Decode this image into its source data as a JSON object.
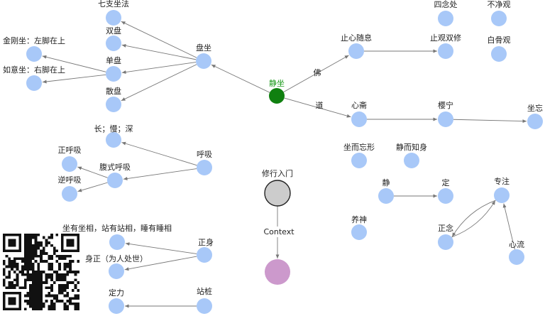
{
  "colors": {
    "node_default": "#a8c8f8",
    "node_root": "#108010",
    "node_gray": "#cccccc",
    "node_purple": "#cc99cc",
    "edge": "#777777",
    "label": "#222222",
    "label_root": "#1a9a1a"
  },
  "nodes": [
    {
      "id": "jingzuo",
      "label": "静坐",
      "color": "root"
    },
    {
      "id": "panzuo",
      "label": "盘坐"
    },
    {
      "id": "qizhi",
      "label": "七支坐法"
    },
    {
      "id": "shuangpan",
      "label": "双盘"
    },
    {
      "id": "jingang",
      "label": "金刚坐：左脚在上"
    },
    {
      "id": "danpan",
      "label": "单盘"
    },
    {
      "id": "ruyi",
      "label": "如意坐：右脚在上"
    },
    {
      "id": "sanpan",
      "label": "散盘"
    },
    {
      "id": "zhixin",
      "label": "止心随息"
    },
    {
      "id": "zhiguan",
      "label": "止观双修"
    },
    {
      "id": "sinian",
      "label": "四念处"
    },
    {
      "id": "bujing",
      "label": "不净观"
    },
    {
      "id": "baigu",
      "label": "白骨观"
    },
    {
      "id": "xinzhai",
      "label": "心斋"
    },
    {
      "id": "yingning",
      "label": "樱宁"
    },
    {
      "id": "zuowang",
      "label": "坐忘"
    },
    {
      "id": "zuoerwang",
      "label": "坐而忘形"
    },
    {
      "id": "jingerzhi",
      "label": "静而知身"
    },
    {
      "id": "changman",
      "label": "长；慢；深"
    },
    {
      "id": "huxi",
      "label": "呼吸"
    },
    {
      "id": "zhenghuxi",
      "label": "正呼吸"
    },
    {
      "id": "fushi",
      "label": "腹式呼吸"
    },
    {
      "id": "nihuxi",
      "label": "逆呼吸"
    },
    {
      "id": "xiuxing",
      "label": "修行入门",
      "color": "gray"
    },
    {
      "id": "context",
      "label": "Context",
      "color": "purple"
    },
    {
      "id": "jing",
      "label": "静"
    },
    {
      "id": "ding",
      "label": "定"
    },
    {
      "id": "zhuanzhu",
      "label": "专注"
    },
    {
      "id": "zhengnian",
      "label": "正念"
    },
    {
      "id": "xinliu",
      "label": "心流"
    },
    {
      "id": "yangshen",
      "label": "养神"
    },
    {
      "id": "zuoyou",
      "label": "坐有坐相，站有站相，睡有睡相"
    },
    {
      "id": "zhengshen",
      "label": "正身"
    },
    {
      "id": "shenzheng",
      "label": "身正（为人处世）"
    },
    {
      "id": "dingli",
      "label": "定力"
    },
    {
      "id": "zhanzhuang",
      "label": "站桩"
    }
  ],
  "edges": [
    {
      "from": "jingzuo",
      "to": "panzuo"
    },
    {
      "from": "panzuo",
      "to": "qizhi"
    },
    {
      "from": "panzuo",
      "to": "shuangpan"
    },
    {
      "from": "panzuo",
      "to": "danpan"
    },
    {
      "from": "panzuo",
      "to": "sanpan"
    },
    {
      "from": "danpan",
      "to": "jingang"
    },
    {
      "from": "danpan",
      "to": "ruyi"
    },
    {
      "from": "jingzuo",
      "to": "zhixin",
      "label": "佛"
    },
    {
      "from": "zhixin",
      "to": "zhiguan"
    },
    {
      "from": "jingzuo",
      "to": "xinzhai",
      "label": "道"
    },
    {
      "from": "xinzhai",
      "to": "yingning"
    },
    {
      "from": "yingning",
      "to": "zuowang"
    },
    {
      "from": "huxi",
      "to": "changman"
    },
    {
      "from": "huxi",
      "to": "fushi"
    },
    {
      "from": "fushi",
      "to": "zhenghuxi"
    },
    {
      "from": "fushi",
      "to": "nihuxi"
    },
    {
      "from": "xiuxing",
      "to": "context",
      "label": "Context"
    },
    {
      "from": "jing",
      "to": "ding"
    },
    {
      "from": "zhengnian",
      "to": "zhuanzhu",
      "curve": 1
    },
    {
      "from": "zhuanzhu",
      "to": "zhengnian",
      "curve": 1
    },
    {
      "from": "xinliu",
      "to": "zhuanzhu"
    },
    {
      "from": "zhengshen",
      "to": "zuoyou"
    },
    {
      "from": "zhengshen",
      "to": "shenzheng"
    },
    {
      "from": "zhanzhuang",
      "to": "dingli"
    }
  ],
  "qr_icon": "qr-code-icon"
}
